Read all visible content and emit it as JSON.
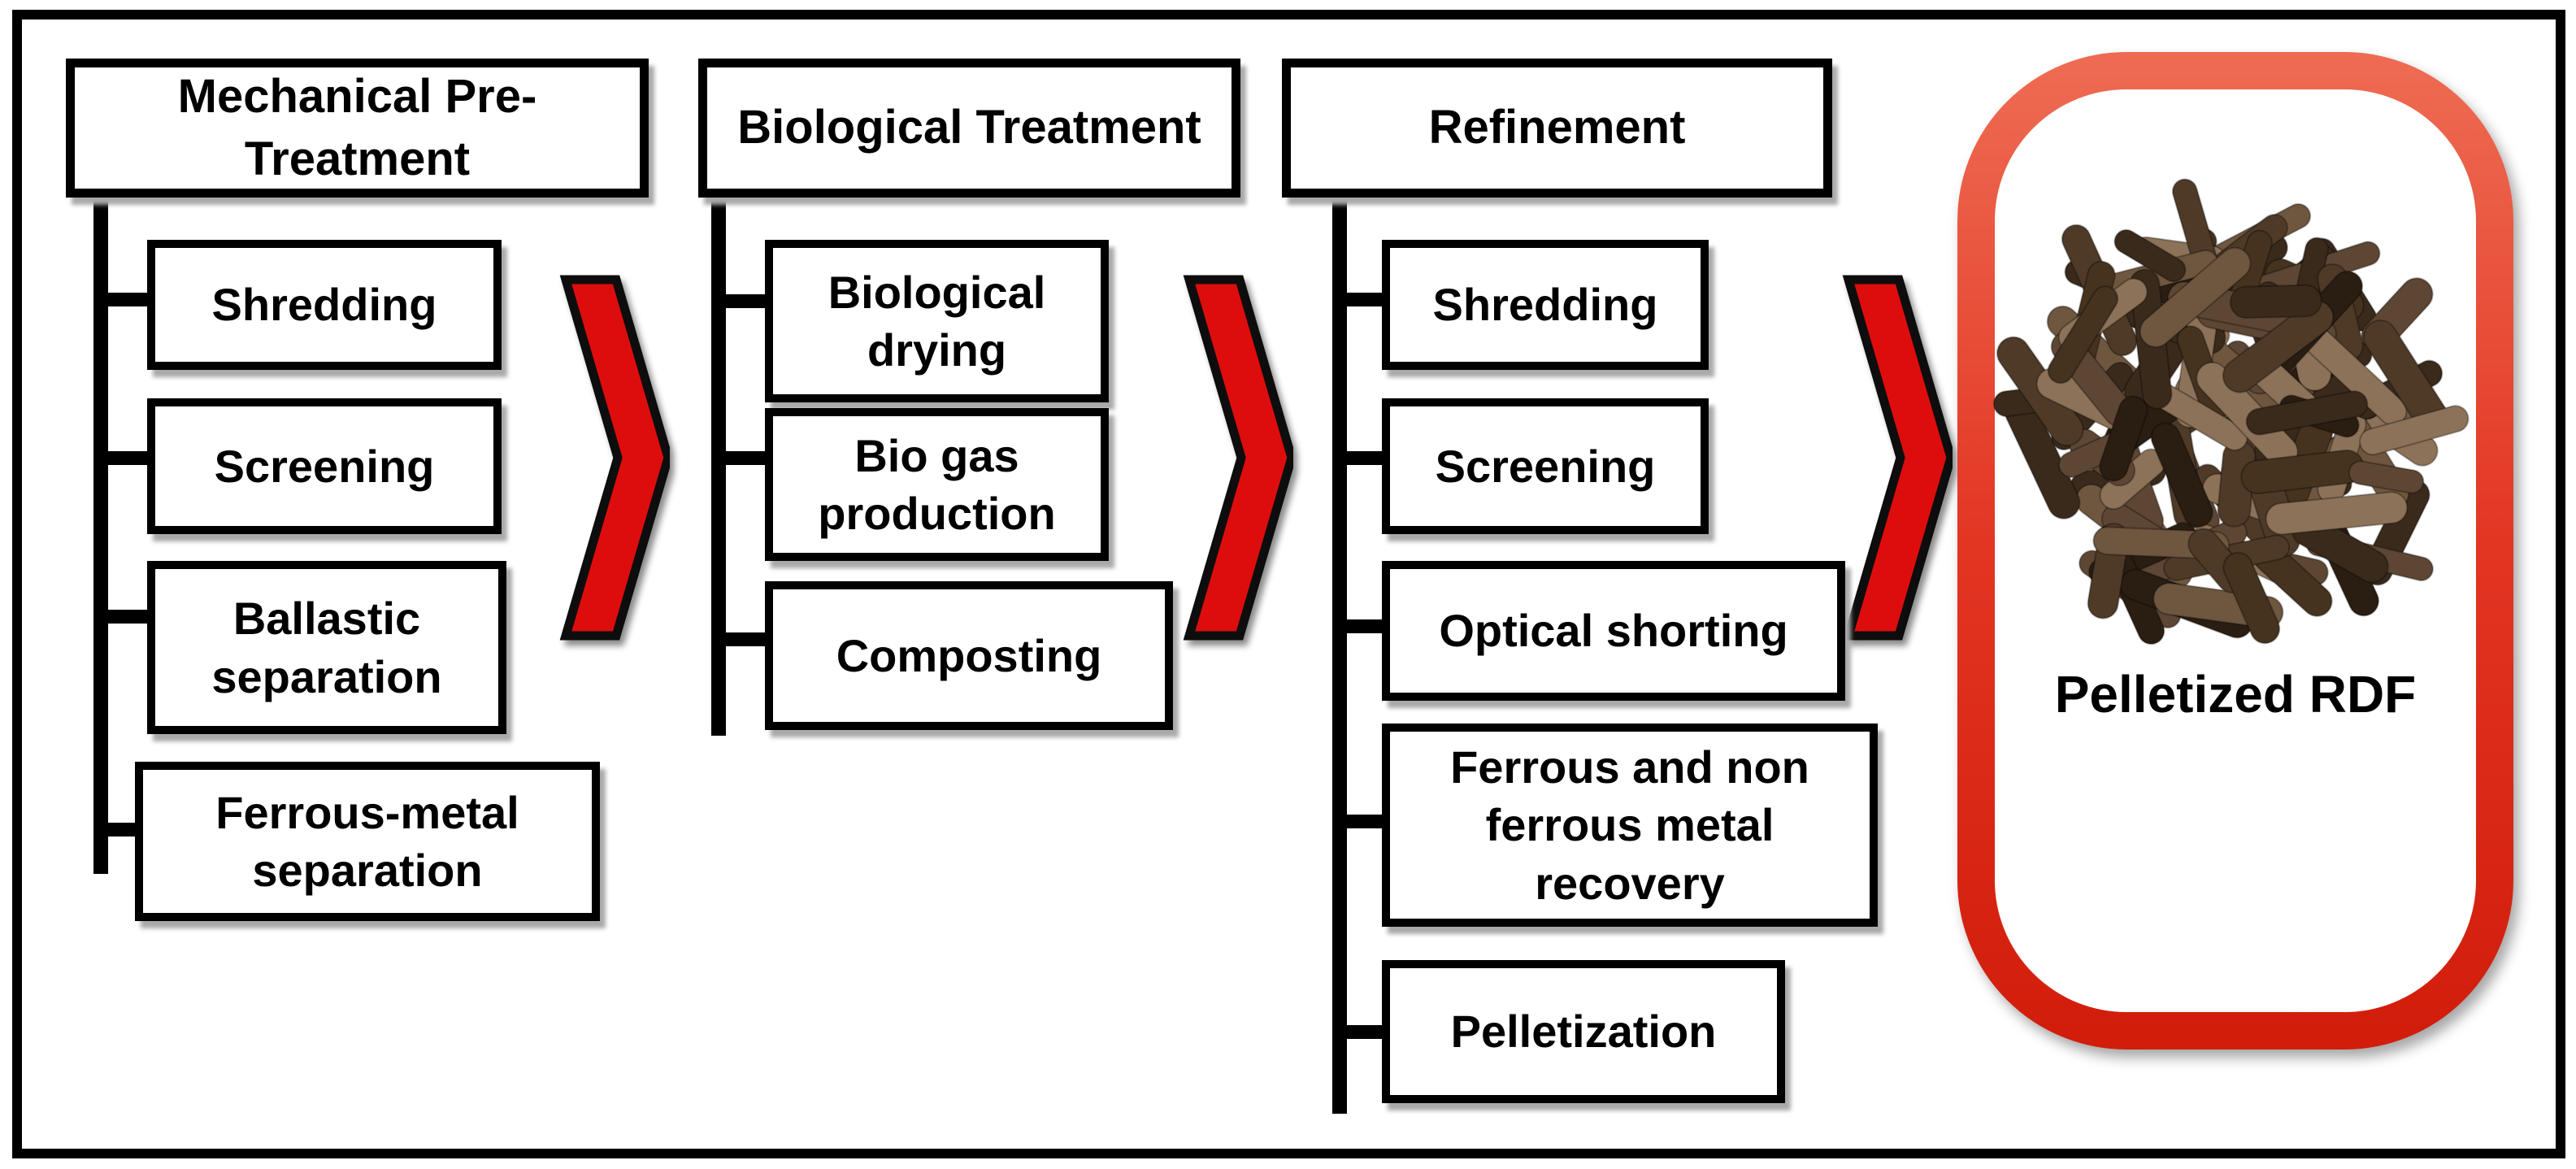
{
  "diagram": {
    "stages": [
      {
        "title": "Mechanical Pre-Treatment",
        "steps": [
          "Shredding",
          "Screening",
          "Ballastic separation",
          "Ferrous-metal separation"
        ]
      },
      {
        "title": "Biological Treatment",
        "steps": [
          "Biological drying",
          "Bio gas production",
          "Composting"
        ]
      },
      {
        "title": "Refinement",
        "steps": [
          "Shredding",
          "Screening",
          "Optical shorting",
          "Ferrous and non ferrous metal recovery",
          "Pelletization"
        ]
      }
    ],
    "arrow_icon": "red-chevron-arrow",
    "result": {
      "label": "Pelletized RDF",
      "image": "pile-of-dark-rdf-pellets"
    },
    "colors": {
      "chevron_fill": "#de0d0d",
      "chevron_stroke": "#0d0d0d",
      "capsule_border_top": "#ee6a52",
      "capsule_border_mid": "#e23522",
      "capsule_border_bottom": "#d21d0b",
      "box_border": "#000000",
      "box_fill": "#ffffff",
      "background": "#ffffff",
      "pellet_shades": [
        "#3a2a1c",
        "#4f3a28",
        "#5d4634",
        "#2a1d12",
        "#6e563f",
        "#8c7258",
        "#45331f"
      ]
    }
  }
}
